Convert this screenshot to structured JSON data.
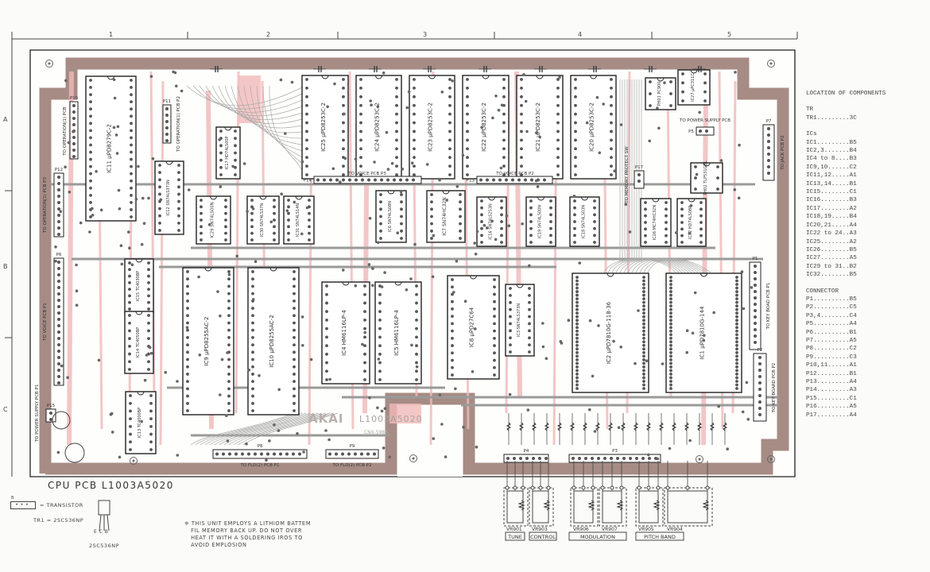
{
  "grid": {
    "columns": [
      "1",
      "2",
      "3",
      "4",
      "5"
    ],
    "rows": [
      "A",
      "B",
      "C"
    ]
  },
  "board": {
    "brand": "AKAI",
    "pcb_code": "L1003A5020",
    "sub_code": "CNX-5988",
    "colors": {
      "frame": "#a68c85",
      "trace_red": "#f1b9b9",
      "trace_gray": "#9a9a9a",
      "outline": "#222222"
    }
  },
  "ics": [
    {
      "ref": "IC11",
      "part": "µPD8279C-2"
    },
    {
      "ref": "IC12",
      "part": "SN74LS373N"
    },
    {
      "ref": "IC17",
      "part": "HD74LS00P"
    },
    {
      "ref": "IC25",
      "part": "µPD8253C-2"
    },
    {
      "ref": "IC24",
      "part": "µPD8253C-2"
    },
    {
      "ref": "IC23",
      "part": "µPD8253C-2"
    },
    {
      "ref": "IC22",
      "part": "µPD8253C-2"
    },
    {
      "ref": "IC21",
      "part": "µPD8253C-2"
    },
    {
      "ref": "IC20",
      "part": "µPD8253C-2"
    },
    {
      "ref": "IC27",
      "part": "µPC311C"
    },
    {
      "ref": "PH01",
      "part": "PC900"
    },
    {
      "ref": "PH02",
      "part": "TLP531GBL"
    },
    {
      "ref": "IC29",
      "part": "SN74LS00N"
    },
    {
      "ref": "IC30",
      "part": "SN74LS37N"
    },
    {
      "ref": "IC31",
      "part": "SN74LS14N"
    },
    {
      "ref": "IC6",
      "part": "SN74LS08N"
    },
    {
      "ref": "IC7",
      "part": "SN74HC32N"
    },
    {
      "ref": "IC16",
      "part": "SN74LS253N"
    },
    {
      "ref": "IC19",
      "part": "SN74LS00N"
    },
    {
      "ref": "IC18",
      "part": "SN74LS03N"
    },
    {
      "ref": "IC26",
      "part": "MC74HC32N"
    },
    {
      "ref": "IC32",
      "part": "HD74LS08P"
    },
    {
      "ref": "IC15",
      "part": "TC4030BP"
    },
    {
      "ref": "IC14",
      "part": "TC4050BP"
    },
    {
      "ref": "IC13",
      "part": "TC4000BP"
    },
    {
      "ref": "IC9",
      "part": "µPD8255AC-2"
    },
    {
      "ref": "IC10",
      "part": "µPD8255AC-2"
    },
    {
      "ref": "IC4",
      "part": "HM6116LP-4"
    },
    {
      "ref": "IC5",
      "part": "HM6116LP-4"
    },
    {
      "ref": "IC8",
      "part": "µPD27C64"
    },
    {
      "ref": "IC3",
      "part": "SN74LS373N"
    },
    {
      "ref": "IC2",
      "part": "µPD7810G-118-36"
    },
    {
      "ref": "IC1",
      "part": "µPD7810G-144"
    }
  ],
  "connectors": [
    {
      "ref": "P10",
      "caption": "TO OPERATION(1) PCB"
    },
    {
      "ref": "P11",
      "caption": "TO OPERATION(1) PCB P2"
    },
    {
      "ref": "P12",
      "caption": "TO OPERATION(1) PCB P3"
    },
    {
      "ref": "P6",
      "caption": "TO VOICE PCB P1"
    },
    {
      "ref": "P15",
      "caption": "TO POWER SUPPLY PCB P1"
    },
    {
      "ref": "P14",
      "caption": "TO VOICE PCB P3"
    },
    {
      "ref": "P13",
      "caption": "TO VOICE PCB P2"
    },
    {
      "ref": "P8",
      "caption": "TO FLD(2) PCB P1"
    },
    {
      "ref": "P9",
      "caption": "TO FLD(2) PCB P2"
    },
    {
      "ref": "P7",
      "caption": "TO JACK PCB P2"
    },
    {
      "ref": "P1",
      "caption": "TO KEY BOAD PCB P1"
    },
    {
      "ref": "P2",
      "caption": "TO KEY BOARD PCB P2"
    },
    {
      "ref": "P17",
      "caption": "TO MEMORY PROTECT SW"
    },
    {
      "ref": "P5",
      "caption": "TO POWER SUPPLY PCB"
    },
    {
      "ref": "P4",
      "caption": ""
    },
    {
      "ref": "P3",
      "caption": ""
    }
  ],
  "controls": {
    "pots": [
      "VR901",
      "VR903",
      "VR906",
      "VR907",
      "VR905",
      "VR904"
    ],
    "groups": [
      "TUNE",
      "CONTROL",
      "MODULATION",
      "PITCH BAND"
    ]
  },
  "legend": {
    "title": "LOCATION OF COMPONENTS",
    "sections": [
      {
        "heading": "TR",
        "items": [
          "TR1.........3C"
        ]
      },
      {
        "heading": "ICs",
        "items": [
          "IC1.........B5",
          "IC2,3.......B4",
          "IC4 to 8....B3",
          "IC9,10......C2",
          "IC11,12.....A1",
          "IC13,14.....B1",
          "IC15........C1",
          "IC16........B3",
          "IC17........A2",
          "IC18,19.....B4",
          "IC20,21.....A4",
          "IC22 to 24..A3",
          "IC25........A2",
          "IC26........B5",
          "IC27........A5",
          "IC29 to 31..B2",
          "IC32........B5"
        ]
      },
      {
        "heading": "CONNECTOR",
        "items": [
          "P1..........B5",
          "P2..........C5",
          "P3,4........C4",
          "P5..........A4",
          "P6..........B1",
          "P7..........A5",
          "P8..........C2",
          "P9..........C3",
          "P10,11......A1",
          "P12.........B1",
          "P13.........A4",
          "P14.........A3",
          "P15.........C1",
          "P16.........A5",
          "P17.........A4"
        ]
      }
    ]
  },
  "footer": {
    "title": "CPU  PCB  L1003A5020",
    "transistor_key": "= TRANSISTOR",
    "transistor_pin": "B",
    "tr1": "TR1 = 2SC536NP",
    "pins": "E C B",
    "part": "2SC536NP",
    "note": "❈ THIS UNIT EMPLOYS A LITHIOM BATTEM\n   FIL MEMORY BACK UP. DO NOT OVER\n   HEAT IT WITH A SOLDERING IROS TO\n   AVOID EMPLOSION"
  }
}
